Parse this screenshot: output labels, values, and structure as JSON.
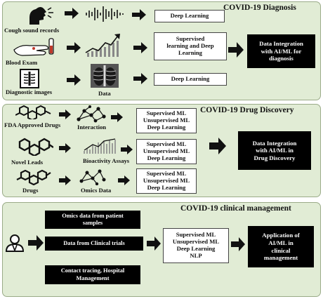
{
  "diagnosis": {
    "title": "COVID-19 Diagnosis",
    "inputs": [
      "Cough sound records",
      "Blood Exam",
      "Diagnostic images"
    ],
    "data_label": "Data",
    "methods": [
      "Deep Learning",
      "Supervised\nlearning and Deep\nLearning",
      "Deep Learning"
    ],
    "output": "Data Integration\nwith AI/ML for\ndiagnosis"
  },
  "drug": {
    "title": "COVID-19  Drug Discovery",
    "inputs": [
      "FDA Approved Drugs",
      "Novel Leads",
      "Drugs"
    ],
    "data_types": [
      "Interaction",
      "Bioactivity Assays",
      "Omics Data"
    ],
    "methods": [
      "Supervised ML\nUnsupervised ML\nDeep Learning",
      "Supervised ML\nUnsupervised ML\nDeep Learning",
      "Supervised ML\nUnsupervised ML\nDeep Learning"
    ],
    "output": "Data Integration\nwith AI/ML in\nDrug Discovery"
  },
  "clinical": {
    "title": "COVID-19 clinical management",
    "sources": [
      "Omics data from patient\nsamples",
      "Data from Clinical trials",
      "Contact tracing, Hospital\nManagement"
    ],
    "methods": "Supervised ML\nUnsupervised ML\nDeep Learning\nNLP",
    "output": "Application  of\nAI/ML in\nclinical\nmanagement"
  },
  "icons": [
    "cough-person-icon",
    "waveform-icon",
    "blood-exam-icon",
    "line-chart-icon",
    "xray-icon",
    "chest-xray-image",
    "molecule-icon",
    "network-icon",
    "bar-chart-icon",
    "doctor-icon"
  ]
}
